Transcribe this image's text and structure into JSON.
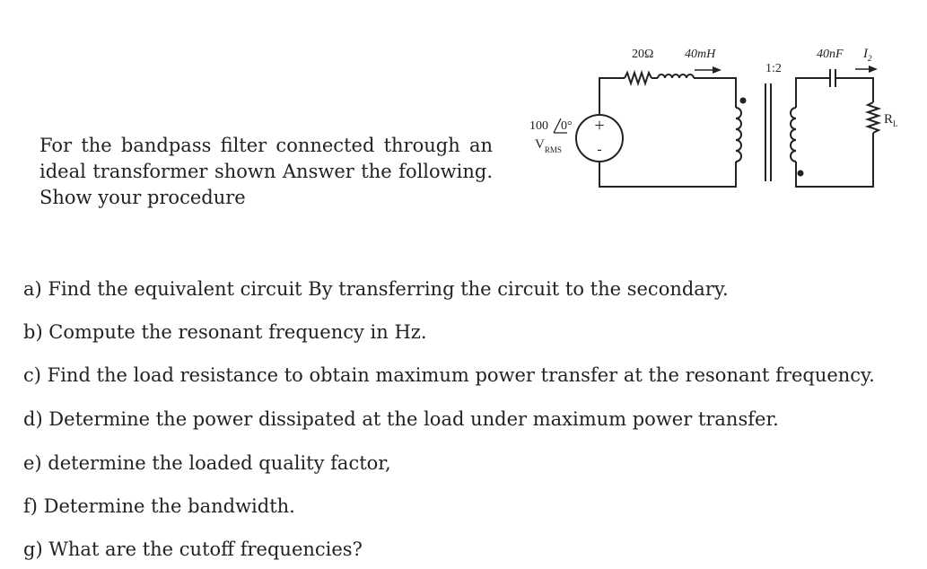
{
  "intro": "For the bandpass filter connected through an ideal transformer shown Answer the following.  Show your procedure",
  "circuit": {
    "r1": "20Ω",
    "l1": "40mH",
    "ratio": "1:2",
    "cap": "40nF",
    "i2_main": "I",
    "i2_sub": "2",
    "rl_main": "R",
    "rl_sub": "L",
    "source_value": "100",
    "source_angle": "0°",
    "source_v": "V",
    "source_sub": "RMS",
    "plus": "+",
    "minus": "-"
  },
  "questions": [
    "a)  Find the equivalent circuit By transferring the circuit to the secondary.",
    "b)  Compute the resonant frequency in Hz.",
    "c)  Find the load resistance to obtain maximum power transfer at the resonant frequency.",
    "d)  Determine the power dissipated at the load under maximum power transfer.",
    "e)  determine the loaded quality factor,",
    "f)  Determine the bandwidth.",
    "g)  What are the cutoff frequencies?"
  ]
}
